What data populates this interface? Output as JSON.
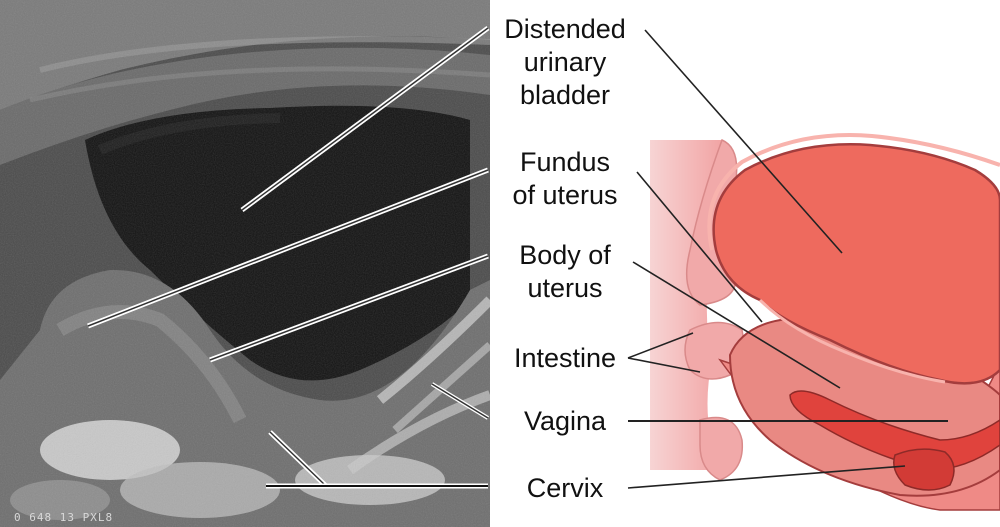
{
  "figure": {
    "labels": {
      "bladder": [
        "Distended",
        "urinary",
        "bladder"
      ],
      "fundus": [
        "Fundus",
        "of uterus"
      ],
      "body": [
        "Body of",
        "uterus"
      ],
      "intestine": "Intestine",
      "vagina": "Vagina",
      "cervix": "Cervix"
    },
    "ultrasound_caption": "0 648 13 PXL8"
  },
  "colors": {
    "organ_fill": "#ee6a5e",
    "uterus_fill": "#e88783",
    "intestine_fill": "#f3b5b5",
    "outline": "#a43d3d",
    "leader_line": "#222222",
    "ultrasound_bg": "#4a4a4a"
  }
}
